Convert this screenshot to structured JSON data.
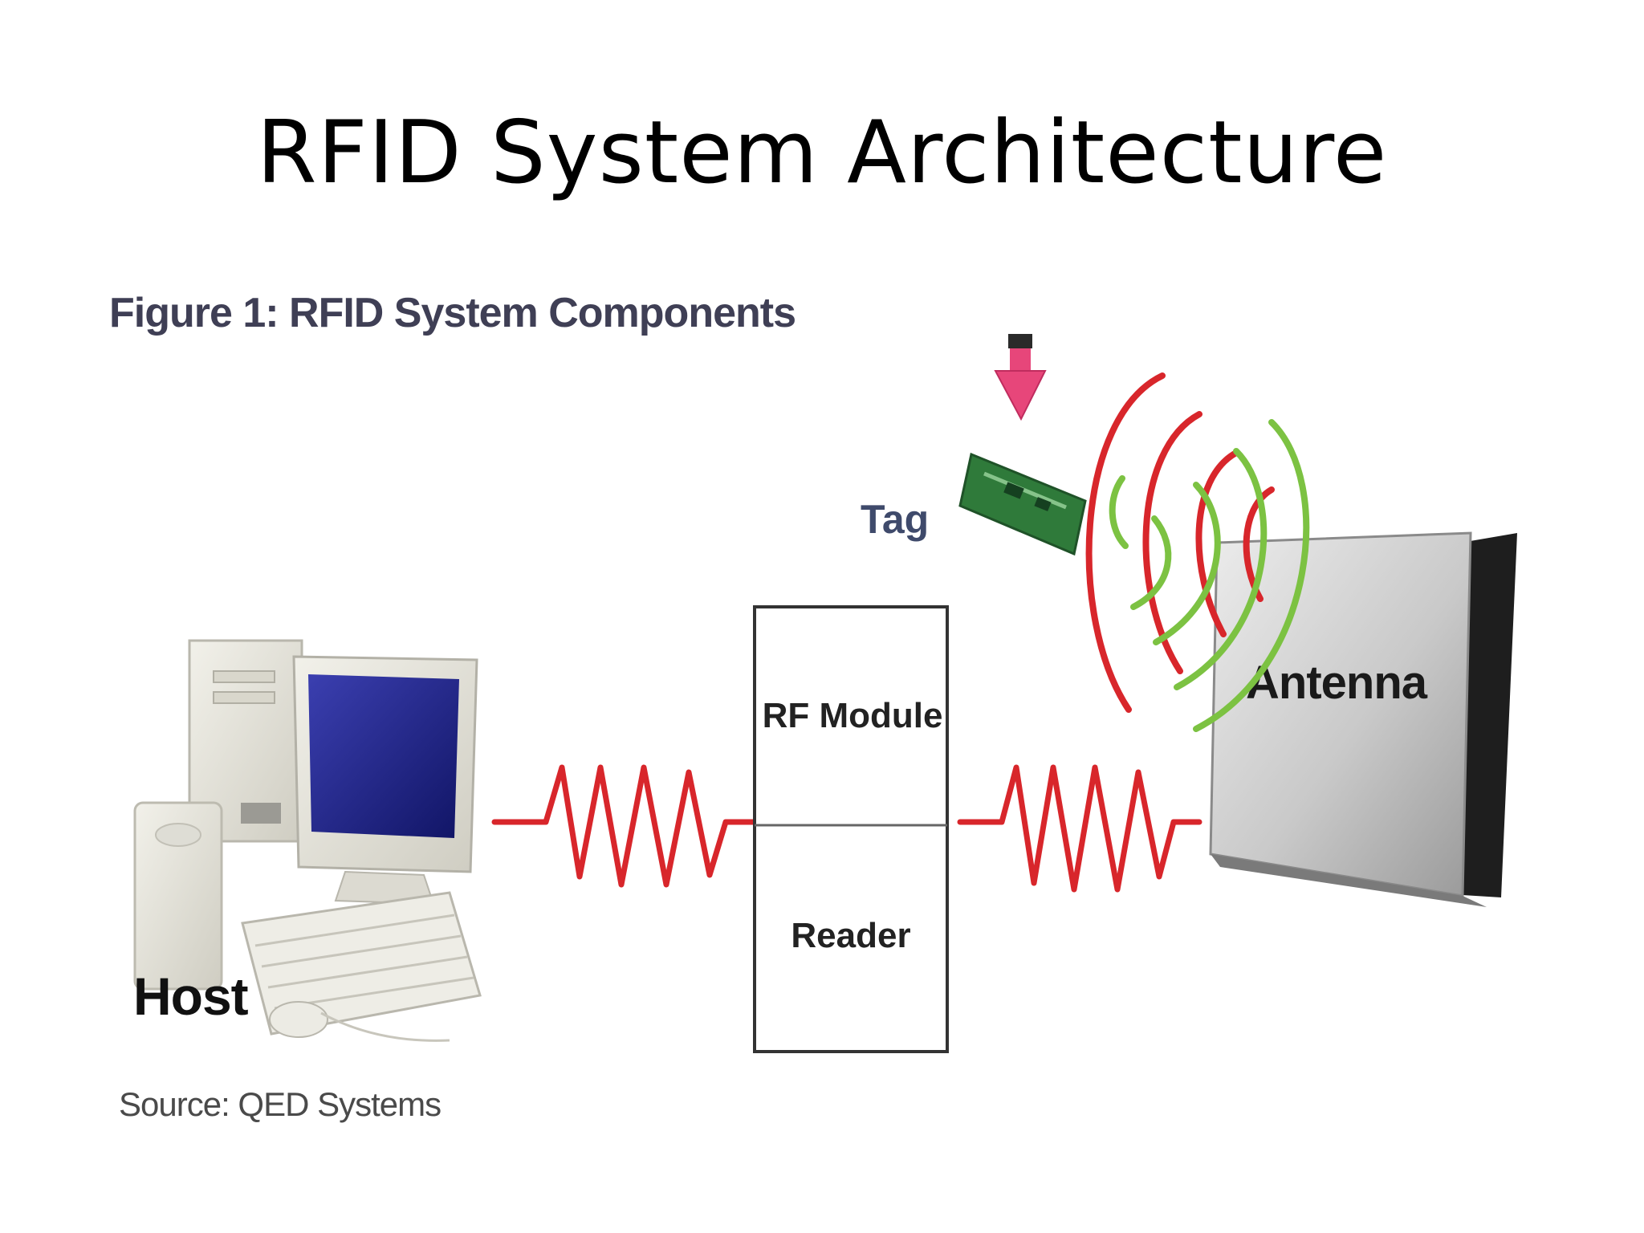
{
  "slide": {
    "title": "RFID System Architecture"
  },
  "figure": {
    "caption": "Figure 1: RFID System Components",
    "source": "Source: QED Systems"
  },
  "components": {
    "host": "Host",
    "rf_module": "RF Module",
    "reader": "Reader",
    "tag": "Tag",
    "antenna": "Antenna"
  },
  "icons": {
    "host": "desktop-computer-icon",
    "tag": "rfid-tag-icon",
    "antenna": "antenna-panel-icon",
    "tag_pointer": "down-arrow-icon",
    "signal": "sine-wave-icon",
    "radio_waves": "radio-waves-icon"
  },
  "colors": {
    "signal_red": "#d8262b",
    "wave_green": "#7cc242",
    "caption": "#3f3f55",
    "tag_label": "#3f4a6b",
    "tag_green": "#2f7a3a",
    "pointer_pink": "#e7467a"
  }
}
